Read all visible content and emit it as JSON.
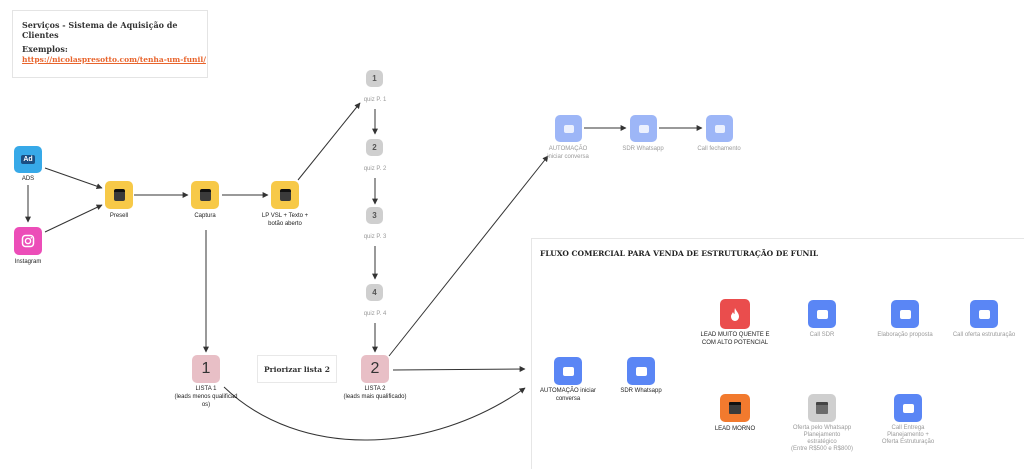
{
  "info_card": {
    "title": "Serviços - Sistema de Aquisição de Clientes",
    "examples_label": "Exemplos:",
    "link": "https://nicolaspresotto.com/tenha-um-funil/"
  },
  "left_flow": {
    "ads_icon_text": "Ad",
    "ads": "ADS",
    "instagram": "Instagram",
    "presell": "Presell",
    "captura": "Captura",
    "lp": [
      "LP VSL + Texto +",
      "botão aberto"
    ]
  },
  "quiz": {
    "steps": [
      {
        "num": "1",
        "label": "quiz P. 1"
      },
      {
        "num": "2",
        "label": "quiz P. 2"
      },
      {
        "num": "3",
        "label": "quiz P. 3"
      },
      {
        "num": "4",
        "label": "quiz P. 4"
      }
    ]
  },
  "lists": {
    "lista1_num": "1",
    "lista1": [
      "LISTA 1",
      "(leads menos qualificad",
      "os)"
    ],
    "lista2_num": "2",
    "lista2": [
      "LISTA 2",
      "(leads mais qualificado)"
    ],
    "priority_note": "Priorizar lista 2"
  },
  "top_flow": {
    "items": [
      "AUTOMAÇÃO iniciar conversa",
      "SDR Whatsapp",
      "Call fechamento"
    ]
  },
  "commercial": {
    "title": "FLUXO COMERCIAL PARA VENDA DE ESTRUTURAÇÃO DE FUNIL",
    "automacao": [
      "AUTOMAÇÃO iniciar",
      "conversa"
    ],
    "sdr": "SDR Whatsapp",
    "lead_quente": [
      "LEAD MUITO QUENTE E",
      "COM ALTO POTENCIAL"
    ],
    "lead_morno": "LEAD MORNO",
    "call_sdr": "Call SDR",
    "elaboracao": "Elaboração proposta",
    "call_oferta": "Call oferta estruturação",
    "oferta_whatsapp": [
      "Oferta pelo Whatsapp",
      "Planejamento",
      "estratégico",
      "(Entre R$500 e R$800)"
    ],
    "call_entrega": [
      "Call Entrega",
      "Planejamento +",
      "Oferta Estruturação"
    ]
  },
  "colors": {
    "blue": "#5a86f5",
    "yellow": "#f7c948",
    "red": "#ea4d4d",
    "orange": "#f27a2e",
    "pink_list": "#e8bfc6",
    "link": "#e8642c"
  }
}
